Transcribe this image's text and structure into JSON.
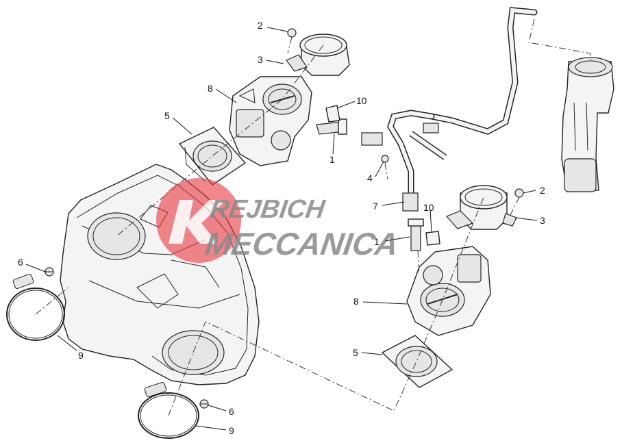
{
  "watermark": {
    "line1": "REJBICH",
    "line2": "MECCANICA",
    "logo_color": "#e8373d",
    "text_color": "#8a8a8a"
  },
  "callouts": [
    {
      "id": "c-2-top",
      "text": "2"
    },
    {
      "id": "c-3-top",
      "text": "3"
    },
    {
      "id": "c-8-top",
      "text": "8"
    },
    {
      "id": "c-10-top",
      "text": "10"
    },
    {
      "id": "c-5-top",
      "text": "5"
    },
    {
      "id": "c-1-top",
      "text": "1"
    },
    {
      "id": "c-4",
      "text": "4"
    },
    {
      "id": "c-2-right",
      "text": "2"
    },
    {
      "id": "c-7",
      "text": "7"
    },
    {
      "id": "c-3-right",
      "text": "3"
    },
    {
      "id": "c-10-right",
      "text": "10"
    },
    {
      "id": "c-1-right",
      "text": "1"
    },
    {
      "id": "c-6-left",
      "text": "6"
    },
    {
      "id": "c-9-left",
      "text": "9"
    },
    {
      "id": "c-8-bottom",
      "text": "8"
    },
    {
      "id": "c-5-bottom",
      "text": "5"
    },
    {
      "id": "c-6-bottom",
      "text": "6"
    },
    {
      "id": "c-9-bottom",
      "text": "9"
    }
  ]
}
